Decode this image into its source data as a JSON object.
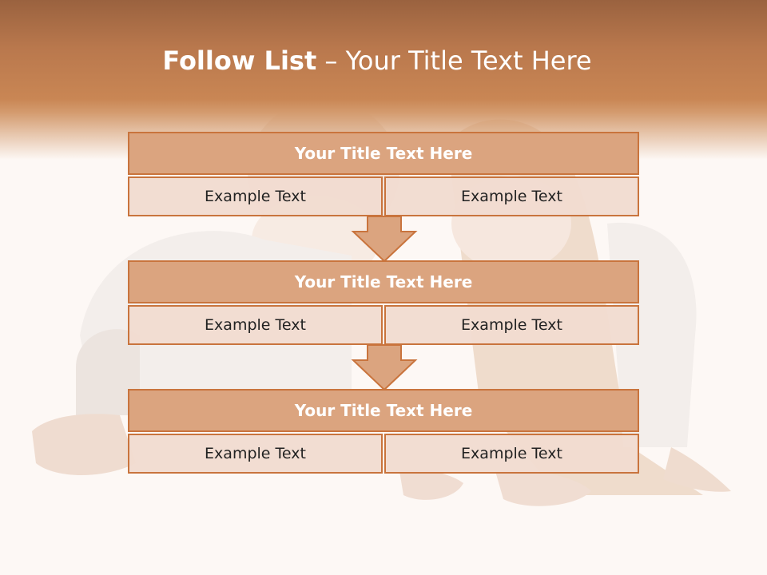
{
  "title": {
    "bold": "Follow List",
    "rest": " – Your Title Text Here"
  },
  "blocks": [
    {
      "title": "Your Title Text Here",
      "left": "Example Text",
      "right": "Example Text"
    },
    {
      "title": "Your Title Text Here",
      "left": "Example Text",
      "right": "Example Text"
    },
    {
      "title": "Your Title Text Here",
      "left": "Example Text",
      "right": "Example Text"
    }
  ],
  "colors": {
    "header": "#c98654",
    "block_title": "#dba47f",
    "cell": "#f1dcd0",
    "border": "#c9743d"
  }
}
